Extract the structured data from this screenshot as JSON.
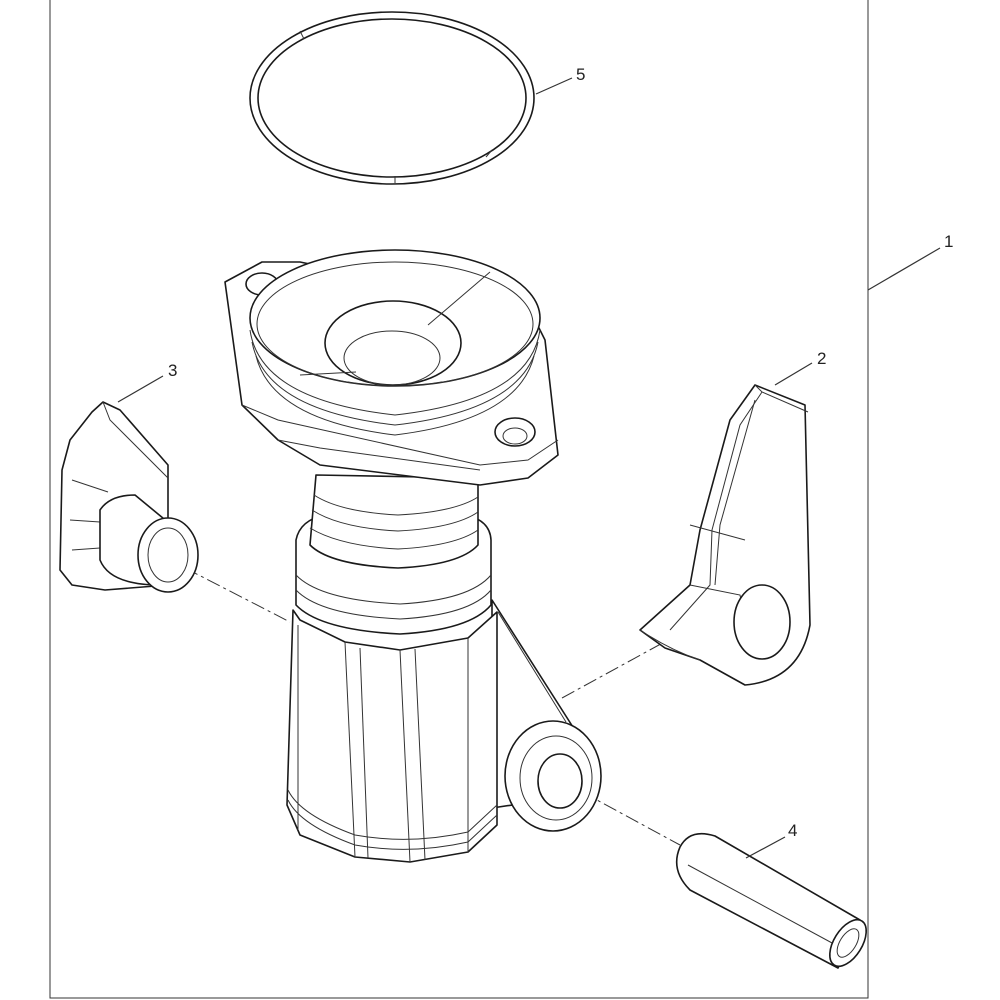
{
  "callouts": [
    {
      "id": "callout-1",
      "label": "1"
    },
    {
      "id": "callout-2",
      "label": "2"
    },
    {
      "id": "callout-3",
      "label": "3"
    },
    {
      "id": "callout-4",
      "label": "4"
    },
    {
      "id": "callout-5",
      "label": "5"
    }
  ],
  "colors": {
    "line": "#1a1a1a",
    "background": "#ffffff"
  }
}
